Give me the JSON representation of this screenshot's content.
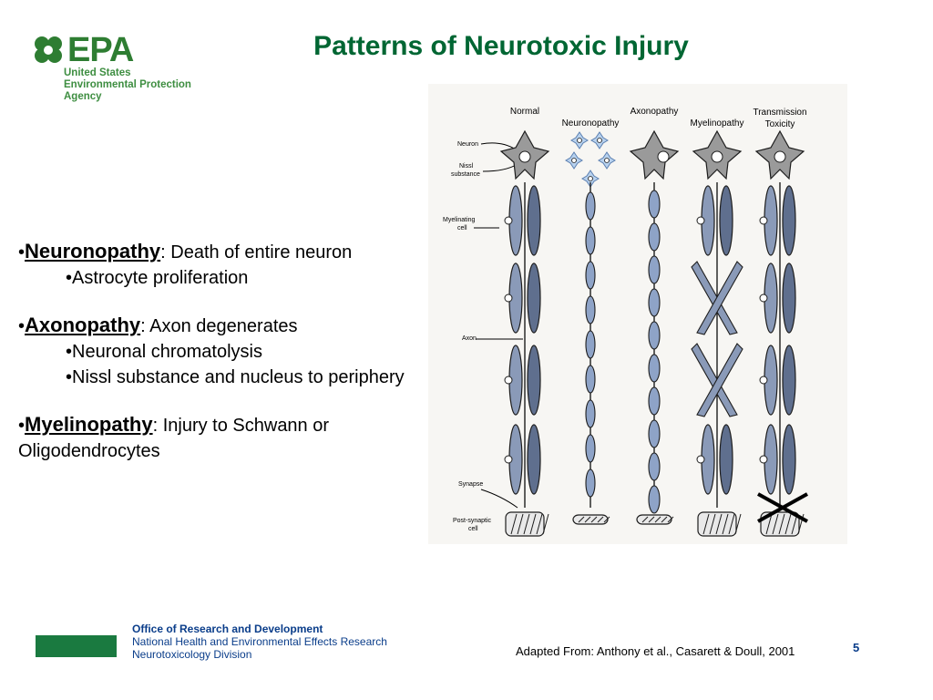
{
  "logo": {
    "letters": "EPA",
    "line1": "United States",
    "line2": "Environmental Protection",
    "line3": "Agency"
  },
  "title": "Patterns of Neurotoxic Injury",
  "bullets": {
    "neuronopathy": {
      "term": "Neuronopathy",
      "desc": ": Death of entire neuron",
      "subs": [
        "•Astrocyte proliferation"
      ]
    },
    "axonopathy": {
      "term": "Axonopathy",
      "desc": ": Axon degenerates",
      "subs": [
        "•Neuronal chromatolysis",
        "•Nissl substance and nucleus to periphery"
      ]
    },
    "myelinopathy": {
      "term": "Myelinopathy",
      "desc": ": Injury to Schwann or",
      "cont": "Oligodendrocytes"
    }
  },
  "figure": {
    "columns": [
      "Normal",
      "Neuronopathy",
      "Axonopathy",
      "Myelinopathy",
      "Transmission"
    ],
    "column_extra": "Toxicity",
    "labels": {
      "neuron": "Neuron",
      "nissl1": "Nissl",
      "nissl2": "substance",
      "myel1": "Myelinating",
      "myel2": "cell",
      "axon": "Axon",
      "synapse": "Synapse",
      "post1": "Post-synaptic",
      "post2": "cell"
    }
  },
  "footer": {
    "office": "Office of Research and Development",
    "lab": "National Health and Environmental Effects Research",
    "division": "Neurotoxicology Division",
    "credit": "Adapted From: Anthony et al., Casarett & Doull, 2001",
    "page": "5"
  },
  "colors": {
    "title": "#006633",
    "epa_green": "#2e7d32",
    "footer_blue": "#0a3d8a",
    "bar_green": "#1a7a40"
  }
}
